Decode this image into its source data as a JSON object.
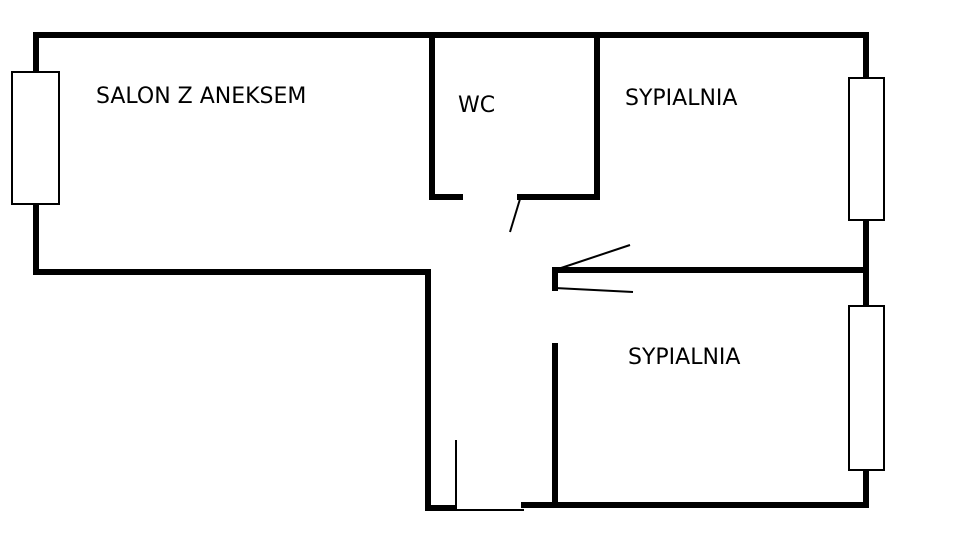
{
  "rooms": {
    "living": {
      "label": "SALON Z ANEKSEM"
    },
    "wc": {
      "label": "WC"
    },
    "bedroom_top": {
      "label": "SYPIALNIA"
    },
    "bedroom_bottom": {
      "label": "SYPIALNIA"
    }
  },
  "colors": {
    "wall": "#000000",
    "background": "#ffffff"
  }
}
